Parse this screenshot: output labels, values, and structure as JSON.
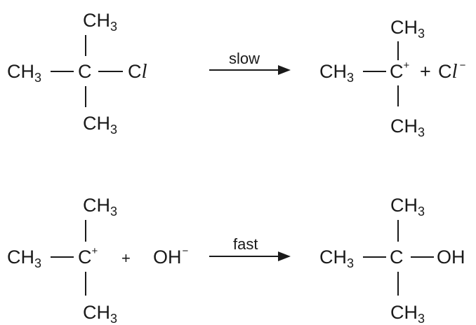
{
  "reaction_1": {
    "reactant": {
      "top": {
        "base": "CH",
        "sub": "3"
      },
      "left": {
        "base": "CH",
        "sub": "3"
      },
      "center": "C",
      "right": {
        "base": "C",
        "ital": "l"
      },
      "bottom": {
        "base": "CH",
        "sub": "3"
      }
    },
    "arrow_label": "slow",
    "product": {
      "top": {
        "base": "CH",
        "sub": "3"
      },
      "left": {
        "base": "CH",
        "sub": "3"
      },
      "center": {
        "base": "C",
        "sup": "+"
      },
      "plus": "+",
      "chloride": {
        "base": "C",
        "ital": "l",
        "sup": "−"
      },
      "bottom": {
        "base": "CH",
        "sub": "3"
      }
    }
  },
  "reaction_2": {
    "reactant": {
      "top": {
        "base": "CH",
        "sub": "3"
      },
      "left": {
        "base": "CH",
        "sub": "3"
      },
      "center": {
        "base": "C",
        "sup": "+"
      },
      "bottom": {
        "base": "CH",
        "sub": "3"
      }
    },
    "plus": "+",
    "hydroxide": {
      "base": "OH",
      "sup": "−"
    },
    "arrow_label": "fast",
    "product": {
      "top": {
        "base": "CH",
        "sub": "3"
      },
      "left": {
        "base": "CH",
        "sub": "3"
      },
      "center": "C",
      "right": "OH",
      "bottom": {
        "base": "CH",
        "sub": "3"
      }
    }
  }
}
